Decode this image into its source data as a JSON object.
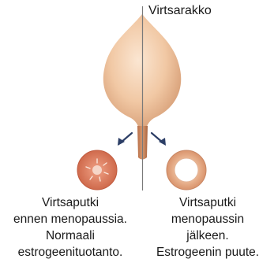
{
  "diagram": {
    "title": "Virtsarakko",
    "captions": {
      "before": [
        "Virtsaputki",
        "ennen menopaussia.",
        "Normaali",
        "estrogeenituotanto."
      ],
      "after": [
        "Virtsaputki",
        "menopaussin",
        "jälkeen.",
        "Estrogeenin puute."
      ]
    }
  },
  "colors": {
    "bladder_light": "#f5d3b3",
    "bladder_dark": "#d49a72",
    "divider": "#7a7a7a",
    "urethra_before": "#d9785a",
    "urethra_after": "#e9b08e",
    "arrow": "#2c3e66",
    "text": "#1a1a1a"
  }
}
